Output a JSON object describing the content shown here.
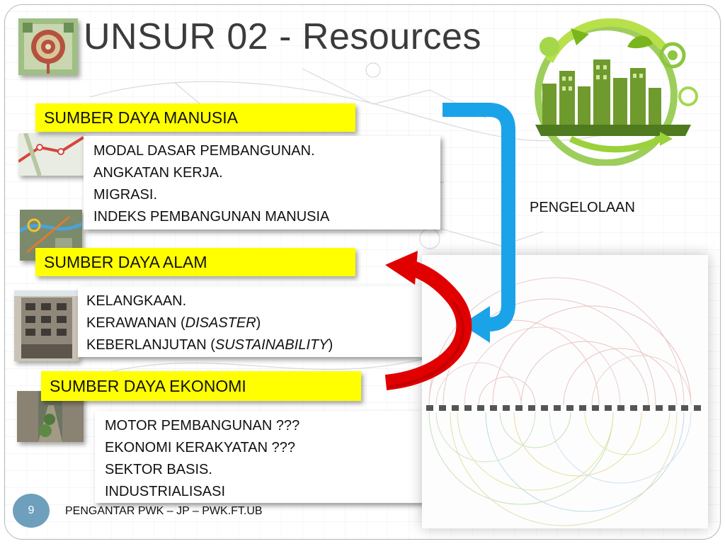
{
  "slide": {
    "title": "UNSUR 02 - Resources",
    "page_number": "9",
    "footer": "PENGANTAR PWK – JP – PWK.FT.UB"
  },
  "sections": [
    {
      "label": "SUMBER DAYA MANUSIA",
      "lines": [
        [
          "MODAL DASAR PEMBANGUNAN."
        ],
        [
          "ANGKATAN KERJA."
        ],
        [
          "MIGRASI."
        ],
        [
          "INDEKS PEMBANGUNAN MANUSIA"
        ]
      ]
    },
    {
      "label": "SUMBER DAYA ALAM",
      "lines": [
        [
          "KELANGKAAN."
        ],
        [
          "KERAWANAN (",
          "DISASTER",
          ")"
        ],
        [
          "KEBERLANJUTAN (",
          "SUSTAINABILITY",
          ")"
        ]
      ]
    },
    {
      "label": "SUMBER DAYA EKONOMI",
      "lines": [
        [
          "MOTOR PEMBANGUNAN ???"
        ],
        [
          "EKONOMI KERAKYATAN ???"
        ],
        [
          "SEKTOR BASIS."
        ],
        [
          "INDUSTRIALISASI"
        ]
      ]
    }
  ],
  "connector": {
    "label": "PENGELOLAAN"
  },
  "colors": {
    "label_bg": "#ffff00",
    "blue_arrow": "#1aa3e8",
    "red_arrow": "#e00000",
    "page_badge": "#6e9fbc"
  },
  "icons": {
    "blue_bracket": "bracket-arrow-icon",
    "red_curve": "curved-arrow-icon"
  }
}
